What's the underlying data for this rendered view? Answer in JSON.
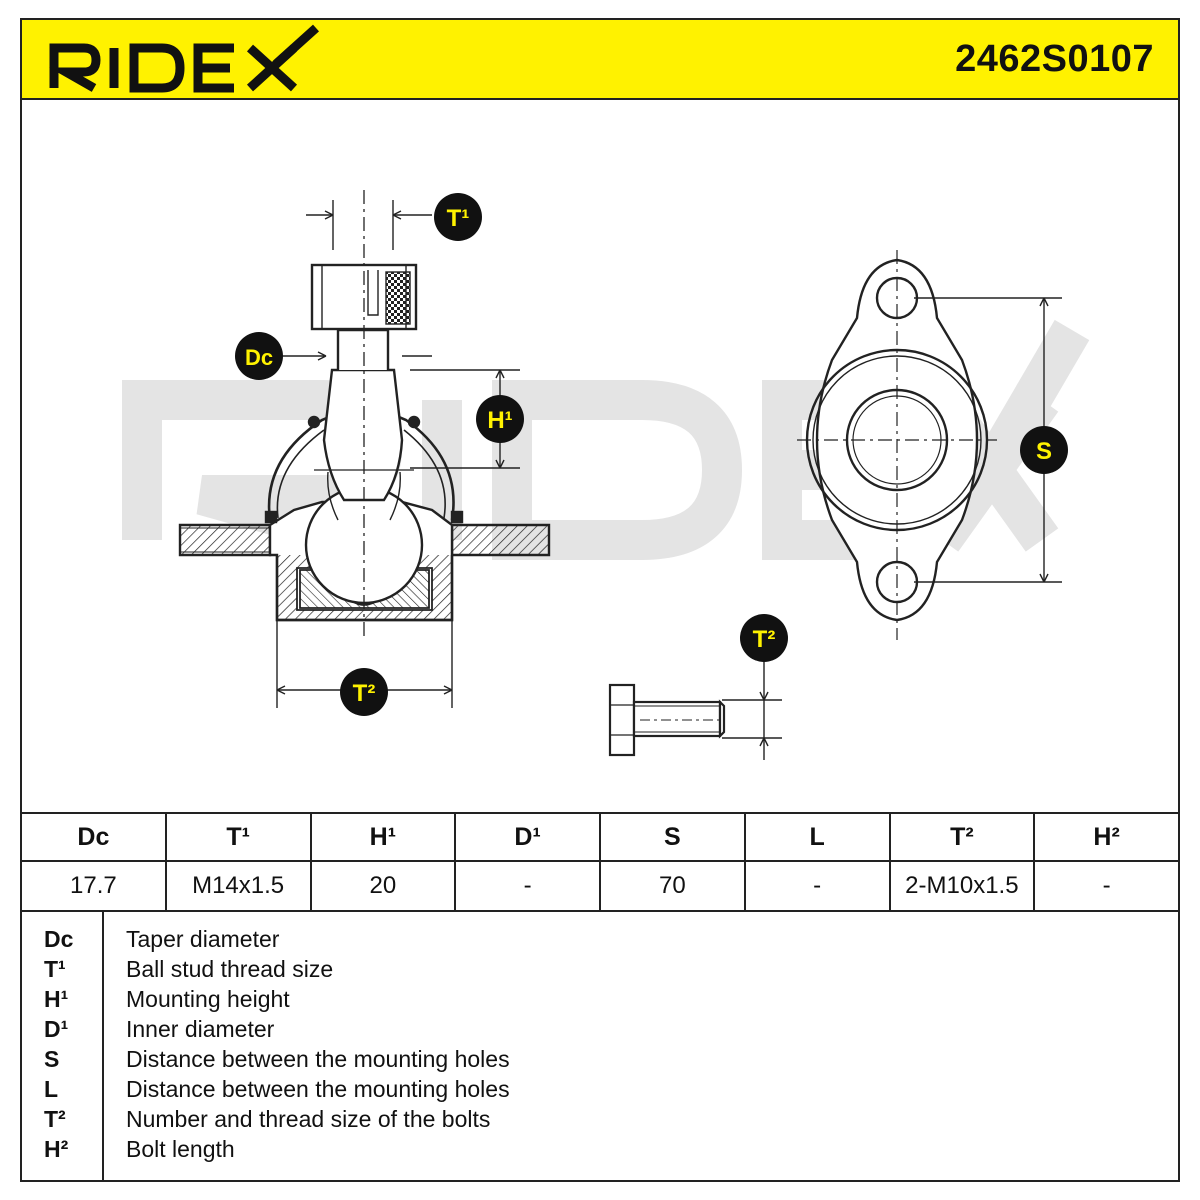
{
  "header": {
    "brand": "RIDEX",
    "part_number": "2462S0107"
  },
  "drawing": {
    "watermark": "RIDEX",
    "labels": {
      "t1_top": "T¹",
      "dc": "Dc",
      "h1": "H¹",
      "t2_bottom": "T²",
      "s": "S",
      "t2_bolt": "T²"
    },
    "colors": {
      "label_fill": "#111111",
      "label_text": "#fff200",
      "watermark": "#e6e6e6"
    }
  },
  "table": {
    "headers": [
      "Dc",
      "T¹",
      "H¹",
      "D¹",
      "S",
      "L",
      "T²",
      "H²"
    ],
    "values": [
      "17.7",
      "M14x1.5",
      "20",
      "-",
      "70",
      "-",
      "2-M10x1.5",
      "-"
    ]
  },
  "legend": [
    {
      "code": "Dc",
      "desc": "Taper diameter"
    },
    {
      "code": "T¹",
      "desc": "Ball stud thread size"
    },
    {
      "code": "H¹",
      "desc": "Mounting height"
    },
    {
      "code": "D¹",
      "desc": "Inner diameter"
    },
    {
      "code": "S",
      "desc": "Distance between the mounting holes"
    },
    {
      "code": "L",
      "desc": "Distance between the mounting holes"
    },
    {
      "code": "T²",
      "desc": "Number and thread size of the bolts"
    },
    {
      "code": "H²",
      "desc": "Bolt length"
    }
  ],
  "colors": {
    "header_bg": "#fff200",
    "line": "#222222"
  }
}
